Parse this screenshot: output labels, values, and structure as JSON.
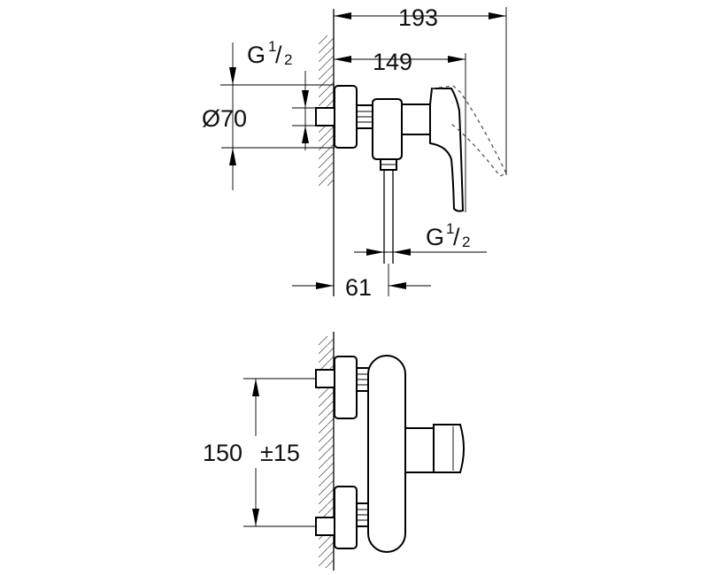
{
  "dimensions": {
    "overall_depth": "193",
    "handle_depth": "149",
    "inlet_thread": {
      "letter": "G",
      "num": "1",
      "den": "2"
    },
    "outlet_thread": {
      "letter": "G",
      "num": "1",
      "den": "2"
    },
    "rosette_diameter": "Ø70",
    "outlet_offset": "61",
    "inlet_spacing": "150",
    "inlet_spacing_tol": "±15"
  }
}
